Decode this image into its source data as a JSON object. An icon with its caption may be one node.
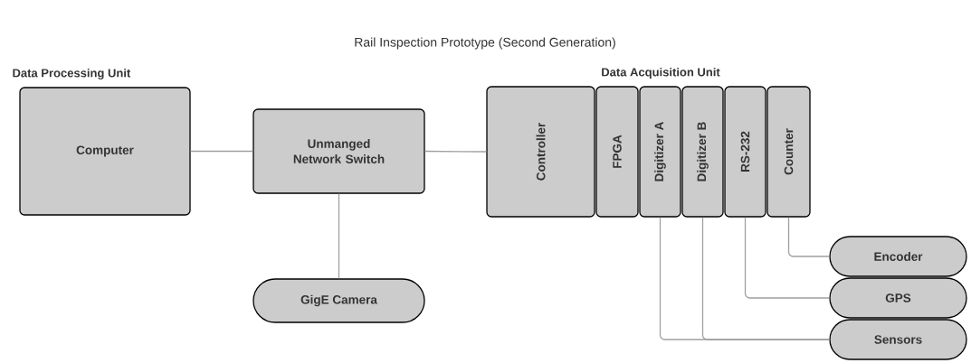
{
  "diagram": {
    "title": "Rail Inspection Prototype (Second Generation)",
    "nodes": [
      {
        "text": [
          "Computer"
        ]
      },
      {
        "text": [
          "Unmanged Network Switch"
        ]
      },
      {
        "text": [
          "Controller"
        ]
      },
      {
        "text": [
          "FPGA"
        ]
      },
      {
        "text": [
          "Digitizer A"
        ]
      },
      {
        "text": [
          "Digitizer B"
        ]
      },
      {
        "text": [
          "RS-232"
        ]
      },
      {
        "text": [
          "Counter"
        ]
      },
      {
        "text": [
          "GigE Camera"
        ]
      },
      {
        "text": [
          "Encoder"
        ]
      },
      {
        "text": [
          "GPS"
        ]
      },
      {
        "text": [
          "Sensors"
        ]
      }
    ],
    "edges": [
      {
        "from": 0,
        "to": 1,
        "arrow": "none"
      },
      {
        "from": 1,
        "to": 2,
        "arrow": "none"
      },
      {
        "from": 1,
        "to": 8,
        "arrow": "none"
      },
      {
        "from": 7,
        "to": 9,
        "arrow": "none"
      },
      {
        "from": 6,
        "to": 10,
        "arrow": "none"
      },
      {
        "from": 4,
        "to": 11,
        "arrow": "none"
      },
      {
        "from": 5,
        "to": 11,
        "arrow": "none"
      }
    ],
    "labels": [
      "Data Processing Unit",
      "Data Acquisition Unit"
    ]
  }
}
